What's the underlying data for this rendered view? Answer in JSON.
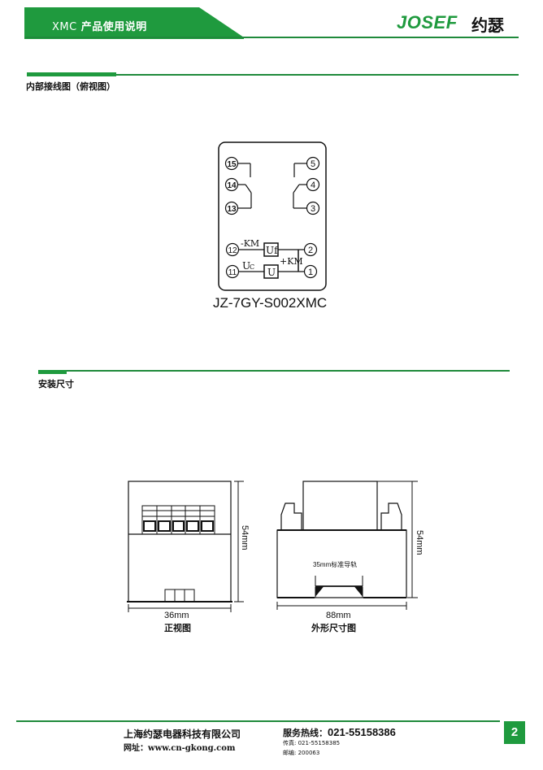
{
  "header": {
    "product_en": "XMC",
    "product_cn": "产品使用说明",
    "brand_logo": "JOSEF",
    "brand_cn": "约瑟",
    "accent_color": "#1f9a3e"
  },
  "sections": {
    "wiring": {
      "title": "内部接线图（俯视图）",
      "caption": "JZ-7GY-S002XMC",
      "terminals": [
        "15",
        "14",
        "13",
        "5",
        "4",
        "3",
        "12",
        "2",
        "11",
        "1"
      ],
      "labels": {
        "minus_km": "-KM",
        "plus_km": "+KM",
        "uf": "Uf",
        "u": "U",
        "uc_main": "U",
        "uc_sub": "C"
      }
    },
    "install": {
      "title": "安装尺寸",
      "front_view": {
        "height_label": "54mm",
        "width_label": "36mm",
        "caption": "正视图"
      },
      "side_view": {
        "height_label": "54mm",
        "width_label": "88mm",
        "rail_label": "35mm标准导轨",
        "caption": "外形尺寸图"
      }
    }
  },
  "footer": {
    "company": "上海约瑟电器科技有限公司",
    "website": "网址：www.cn-gkong.com",
    "hotline_label": "服务热线：",
    "hotline_number": "021-55158386",
    "fax": "传真: 021-55158385",
    "zip": "邮编: 200063",
    "page_number": "2"
  }
}
